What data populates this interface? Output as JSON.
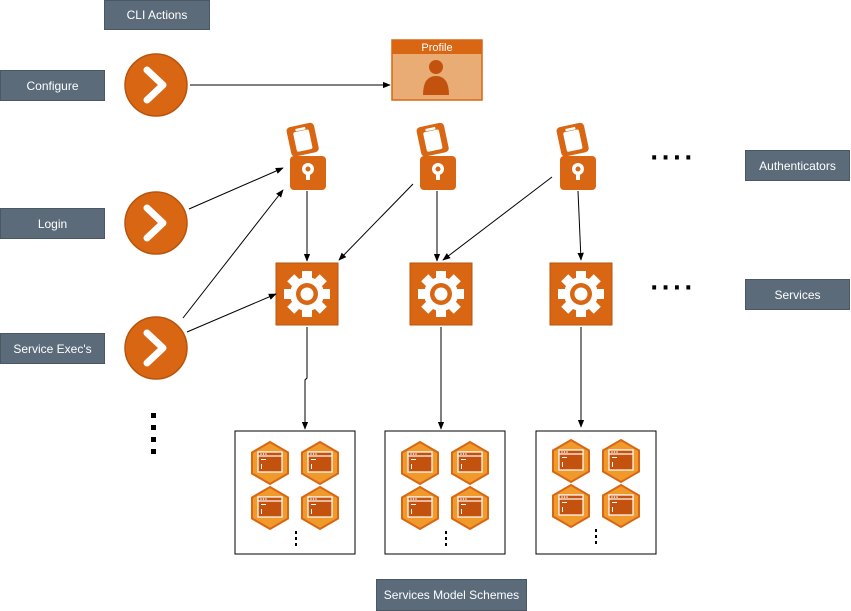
{
  "labels": {
    "cli_actions": "CLI Actions",
    "configure": "Configure",
    "login": "Login",
    "service_execs": "Service Exec's",
    "authenticators": "Authenticators",
    "services": "Services",
    "services_model_schemes": "Services Model Schemes"
  },
  "profile": {
    "title": "Profile"
  },
  "ellipsis_h": "····",
  "colors": {
    "orange": "#d86613",
    "orange_light": "#e8ac74",
    "label_bg": "#5b6b7a",
    "label_text": "#ffffff"
  },
  "icons": {
    "action": "chevron-circle-icon",
    "authenticator": "padlock-phone-icon",
    "service": "gear-icon",
    "schema": "hexagon-window-icon",
    "profile": "user-profile-icon"
  }
}
